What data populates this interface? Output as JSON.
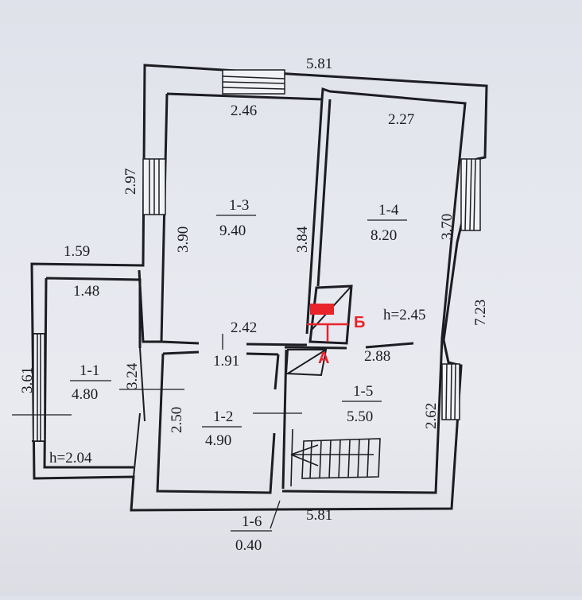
{
  "plan": {
    "outer_dims": {
      "top_width": "5.81",
      "bottom_width": "5.81",
      "left_height": "2.97",
      "right_height": "7.23",
      "porch_width": "1.59",
      "porch_height": "3.61"
    },
    "rooms": [
      {
        "id": "1-3",
        "area": "9.40",
        "width": "2.46",
        "height_left": "3.90",
        "height_right": "3.84",
        "bottom_width": "2.42"
      },
      {
        "id": "1-4",
        "area": "8.20",
        "width": "2.27",
        "height": "3.70"
      },
      {
        "id": "1-1",
        "area": "4.80",
        "width": "1.48",
        "height": "3.24",
        "ceiling": "h=2.04"
      },
      {
        "id": "1-2",
        "area": "4.90",
        "width": "1.91",
        "height": "2.50"
      },
      {
        "id": "1-5",
        "area": "5.50",
        "width": "2.88",
        "height": "2.62",
        "ceiling": "h=2.45"
      },
      {
        "id": "1-6",
        "area": "0.40"
      }
    ],
    "section_markers": {
      "b": "Б",
      "a": "А"
    },
    "marker_color": "#e8232a",
    "ink_color": "#1c1c22"
  }
}
